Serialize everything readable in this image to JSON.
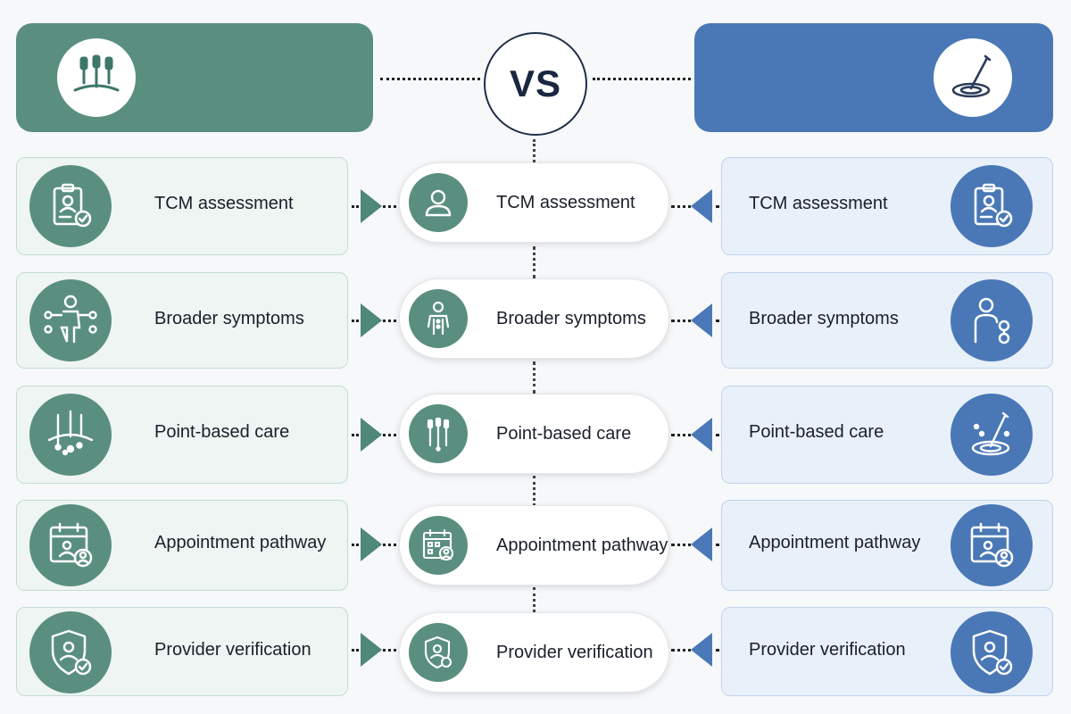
{
  "colors": {
    "left_accent": "#5a8f80",
    "right_accent": "#4a78b6",
    "center_border": "#1f2e48",
    "background": "#f6f8fa"
  },
  "header": {
    "left_logo_icon": "acupuncture-needles-icon",
    "vs_label": "VS",
    "right_logo_icon": "needle-target-icon"
  },
  "rows": [
    {
      "left": {
        "label": "TCM assessment",
        "icon": "clipboard-profile-check-icon"
      },
      "center": {
        "label": "TCM assessment",
        "icon": "user-icon"
      },
      "right": {
        "label": "TCM assessment",
        "icon": "clipboard-profile-check-icon"
      }
    },
    {
      "left": {
        "label": "Broader symptoms",
        "icon": "body-points-icon"
      },
      "center": {
        "label": "Broader symptoms",
        "icon": "body-outline-icon"
      },
      "right": {
        "label": "Broader symptoms",
        "icon": "person-links-icon"
      }
    },
    {
      "left": {
        "label": "Point-based care",
        "icon": "needles-dots-icon"
      },
      "center": {
        "label": "Point-based care",
        "icon": "needles-icon"
      },
      "right": {
        "label": "Point-based care",
        "icon": "needle-target-icon"
      }
    },
    {
      "left": {
        "label": "Appointment pathway",
        "icon": "calendar-user-icon"
      },
      "center": {
        "label": "Appointment pathway",
        "icon": "calendar-user-icon"
      },
      "right": {
        "label": "Appointment pathway",
        "icon": "calendar-user-icon"
      }
    },
    {
      "left": {
        "label": "Provider verification",
        "icon": "shield-user-check-icon"
      },
      "center": {
        "label": "Provider verification",
        "icon": "shield-user-icon"
      },
      "right": {
        "label": "Provider verification",
        "icon": "shield-user-check-icon"
      }
    }
  ]
}
